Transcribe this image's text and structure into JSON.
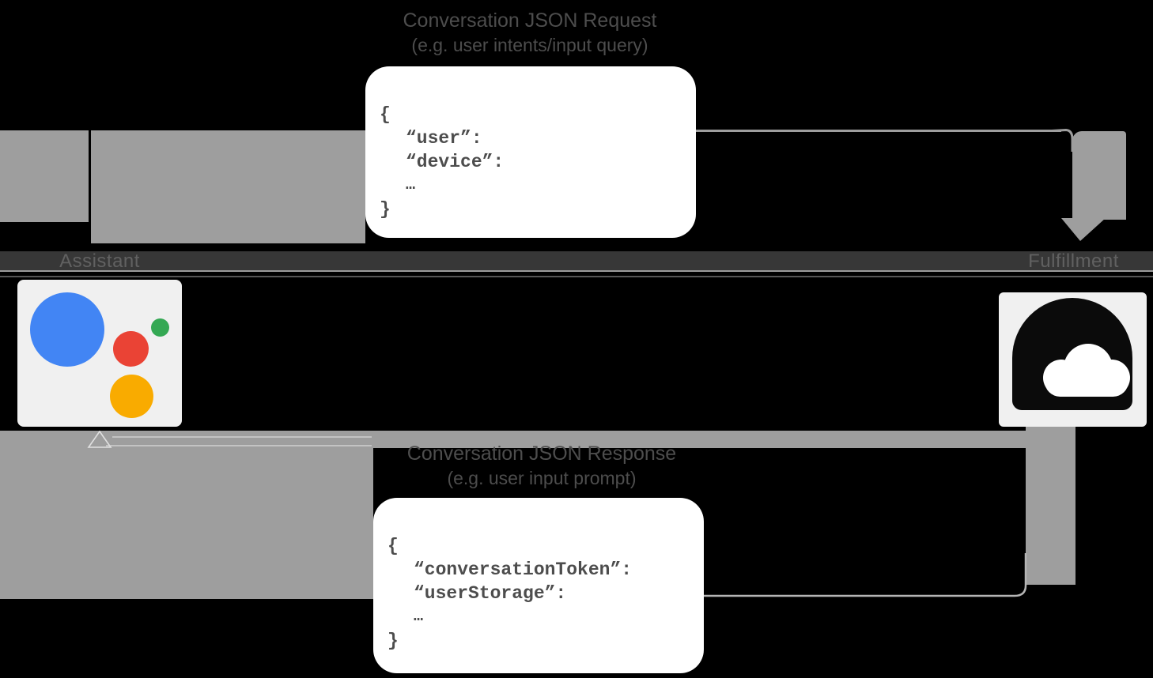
{
  "top_flow": {
    "title": "Conversation JSON Request",
    "subtitle": "(e.g. user intents/input query)",
    "code_lines": [
      "{",
      "“user”:",
      "“device”:",
      "…",
      "}"
    ],
    "direction": "assistant-to-fulfillment"
  },
  "bottom_flow": {
    "title": "Conversation JSON Response",
    "subtitle": "(e.g. user input prompt)",
    "code_lines": [
      "{",
      "“conversationToken”:",
      "“userStorage”:",
      "…",
      "}"
    ],
    "direction": "fulfillment-to-assistant"
  },
  "entities": {
    "assistant": {
      "label": "Assistant"
    },
    "fulfillment": {
      "label": "Fulfillment"
    }
  },
  "icons": {
    "assistant": "google-assistant-logo-icon",
    "fulfillment": "cloud-icon"
  },
  "colors": {
    "background": "#000000",
    "arrow_gray": "#9e9e9e",
    "caption_text": "#4d4d4d",
    "code_text": "#4d4d4d",
    "box_fill": "#ffffff",
    "tile_fill": "#f0f0f0",
    "assistant_blue": "#4285f4",
    "assistant_red": "#ea4335",
    "assistant_green": "#34a853",
    "assistant_yellow": "#f9ab00",
    "cloud_glyph": "#0b0b0b"
  }
}
